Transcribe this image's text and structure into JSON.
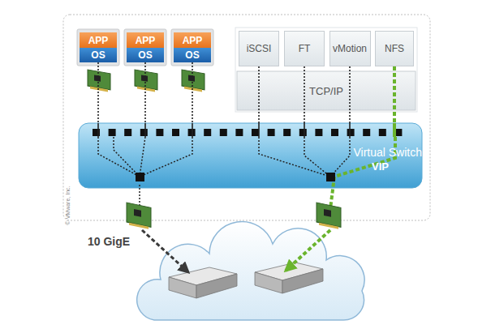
{
  "diagram": {
    "nodes": [
      {
        "text": [
          "APP"
        ]
      },
      {
        "text": [
          "OS"
        ]
      },
      {
        "text": [
          "APP"
        ]
      },
      {
        "text": [
          "OS"
        ]
      },
      {
        "text": [
          "APP"
        ]
      },
      {
        "text": [
          "OS"
        ]
      },
      {
        "text": [
          "iSCSI"
        ]
      },
      {
        "text": [
          "FT"
        ]
      },
      {
        "text": [
          "vMotion"
        ]
      },
      {
        "text": [
          "NFS"
        ]
      },
      {
        "text": [
          "TCP/IP"
        ]
      },
      {
        "text": [
          "Virtual Switch"
        ]
      }
    ],
    "edges": [
      {
        "from": 1,
        "to": 11,
        "arrow": "none"
      },
      {
        "from": 3,
        "to": 11,
        "arrow": "none"
      },
      {
        "from": 5,
        "to": 11,
        "arrow": "none"
      },
      {
        "from": 6,
        "to": 11,
        "arrow": "none"
      },
      {
        "from": 7,
        "to": 11,
        "arrow": "none"
      },
      {
        "from": 8,
        "to": 11,
        "arrow": "none"
      },
      {
        "from": 9,
        "to": 11,
        "arrow": "none"
      }
    ],
    "labels": [
      "VIP",
      "10 GigE",
      "© VMware, Inc."
    ]
  }
}
